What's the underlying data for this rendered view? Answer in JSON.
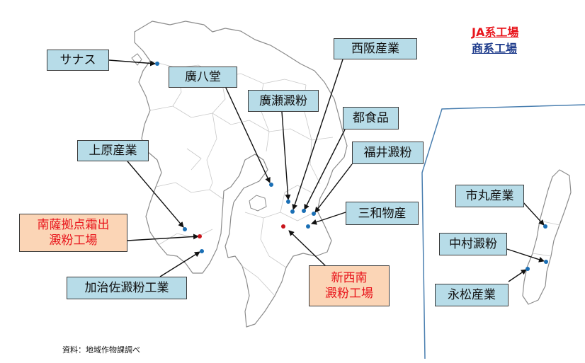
{
  "legend": {
    "ja": {
      "text": "JA系工場",
      "color": "#e8141b"
    },
    "commercial": {
      "text": "商系工場",
      "color": "#1f3c8c"
    }
  },
  "source": "資料：地域作物課調べ",
  "colors": {
    "commercial_dot": "#1a6fb5",
    "ja_dot": "#c8141b",
    "divider": "#4a7fb0"
  },
  "factories": [
    {
      "id": "sanasu",
      "name": "サナス",
      "type": "commercial"
    },
    {
      "id": "kohachido",
      "name": "廣八堂",
      "type": "commercial"
    },
    {
      "id": "nishisaka",
      "name": "西阪産業",
      "type": "commercial"
    },
    {
      "id": "hirose",
      "name": "廣瀬澱粉",
      "type": "commercial"
    },
    {
      "id": "miyako",
      "name": "都食品",
      "type": "commercial"
    },
    {
      "id": "fukui",
      "name": "福井澱粉",
      "type": "commercial"
    },
    {
      "id": "kamihara",
      "name": "上原産業",
      "type": "commercial"
    },
    {
      "id": "sanwa",
      "name": "三和物産",
      "type": "commercial"
    },
    {
      "id": "nansatsu",
      "name": "南薩拠点霜出\n澱粉工場",
      "type": "ja"
    },
    {
      "id": "kajiki",
      "name": "加治佐澱粉工業",
      "type": "commercial"
    },
    {
      "id": "shinnishi",
      "name": "新西南\n澱粉工場",
      "type": "ja"
    },
    {
      "id": "ichimaru",
      "name": "市丸産業",
      "type": "commercial"
    },
    {
      "id": "nakamura",
      "name": "中村澱粉",
      "type": "commercial"
    },
    {
      "id": "nagamatsu",
      "name": "永松産業",
      "type": "commercial"
    }
  ]
}
